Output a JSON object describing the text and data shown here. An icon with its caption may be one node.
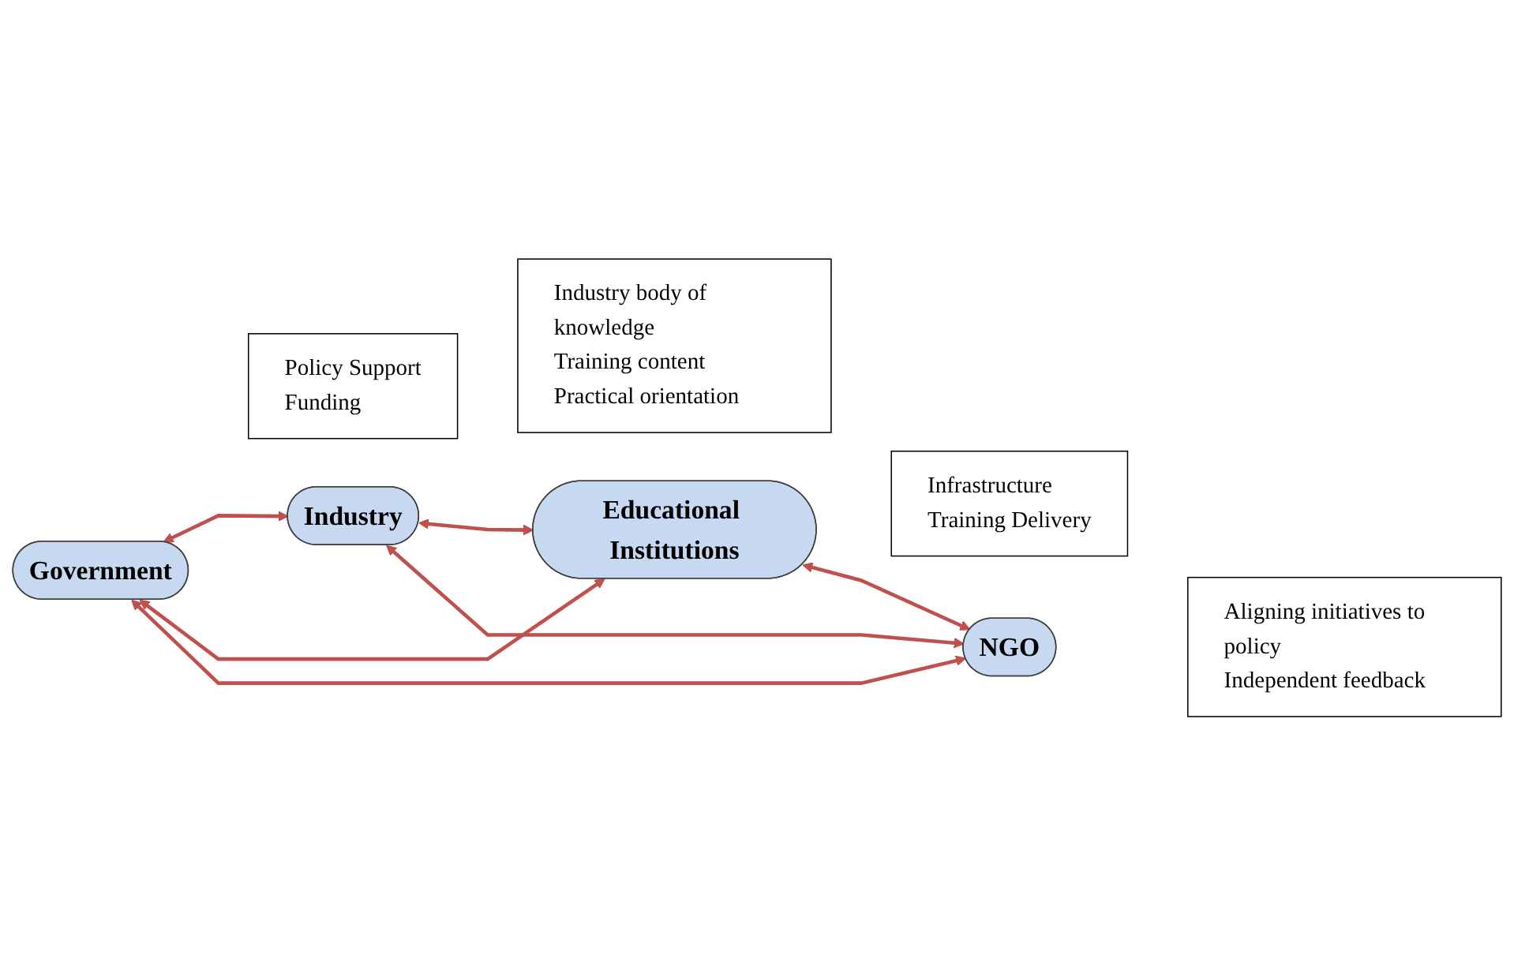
{
  "diagram": {
    "nodes": [
      {
        "text": [
          "Policy Support",
          "Funding"
        ]
      },
      {
        "text": [
          "Government"
        ]
      },
      {
        "text": [
          "Industry body of knowledge",
          "Training content",
          "Practical orientation"
        ]
      },
      {
        "text": [
          "Infrastructure",
          "Training Delivery"
        ]
      },
      {
        "text": [
          "Industry"
        ]
      },
      {
        "text": [
          "Educational Institutions"
        ]
      },
      {
        "text": [
          "NGO"
        ]
      },
      {
        "text": [
          "Aligning initiatives to policy",
          "Independent feedback"
        ]
      }
    ],
    "edges": [
      {
        "from": 1,
        "to": 4,
        "arrow": "both"
      },
      {
        "from": 1,
        "to": 5,
        "arrow": "both"
      },
      {
        "from": 1,
        "to": 6,
        "arrow": "both"
      },
      {
        "from": 4,
        "to": 5,
        "arrow": "both"
      },
      {
        "from": 4,
        "to": 6,
        "arrow": "both"
      },
      {
        "from": 5,
        "to": 6,
        "arrow": "both"
      }
    ]
  }
}
